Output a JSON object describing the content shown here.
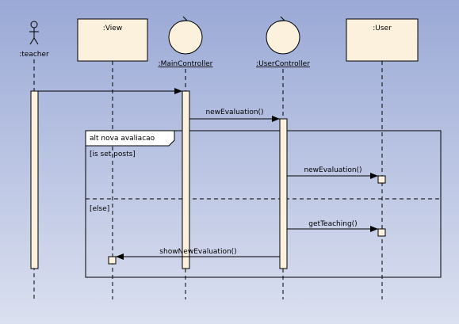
{
  "colors": {
    "bg_top": "#9aa9d6",
    "bg_bottom": "#dbe0f0",
    "box_fill": "#fbf1dc",
    "box_border": "#000000",
    "line": "#000000"
  },
  "lifelines": {
    "teacher": {
      "label": ":teacher",
      "kind": "actor"
    },
    "view": {
      "label": ":View",
      "kind": "class"
    },
    "main_controller": {
      "label": ":MainController",
      "kind": "control"
    },
    "user_controller": {
      "label": ":UserController",
      "kind": "control"
    },
    "user": {
      "label": ":User",
      "kind": "class"
    }
  },
  "fragment": {
    "operator_label": "alt nova avaliacao",
    "guard_1": "[is set posts]",
    "guard_2": "[else]"
  },
  "messages": {
    "teacher_to_main": "",
    "new_evaluation_1": "newEvaluation()",
    "new_evaluation_2": "newEvaluation()",
    "get_teaching": "getTeaching()",
    "show_new_evaluation": "showNewEvaluation()"
  }
}
